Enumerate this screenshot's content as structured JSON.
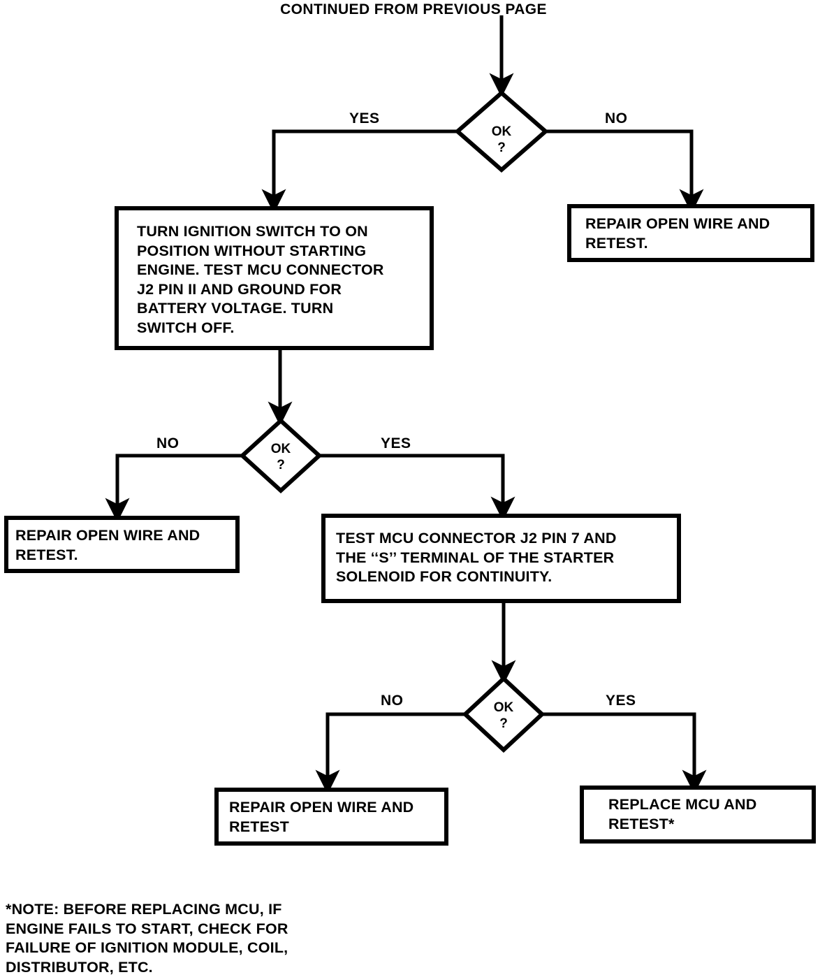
{
  "header": {
    "title": "CONTINUED FROM PREVIOUS PAGE"
  },
  "chart_data": {
    "type": "diagram",
    "diagram_kind": "flowchart",
    "title": "CONTINUED FROM PREVIOUS PAGE",
    "nodes": [
      {
        "id": "d1",
        "shape": "diamond",
        "text": "OK\n?"
      },
      {
        "id": "b1",
        "shape": "process",
        "text": "TURN IGNITION SWITCH TO ON POSITION WITHOUT STARTING ENGINE. TEST MCU CONNECTOR J2 PIN II AND GROUND FOR BATTERY VOLTAGE. TURN SWITCH OFF."
      },
      {
        "id": "b2",
        "shape": "process",
        "text": "REPAIR OPEN WIRE AND RETEST."
      },
      {
        "id": "d2",
        "shape": "diamond",
        "text": "OK\n?"
      },
      {
        "id": "b3",
        "shape": "process",
        "text": "REPAIR OPEN WIRE AND RETEST."
      },
      {
        "id": "b4",
        "shape": "process",
        "text": "TEST MCU CONNECTOR J2 PIN 7 AND THE ‘‘S’’ TERMINAL OF THE STARTER SOLENOID FOR CONTINUITY."
      },
      {
        "id": "d3",
        "shape": "diamond",
        "text": "OK\n?"
      },
      {
        "id": "b5",
        "shape": "process",
        "text": "REPAIR OPEN WIRE AND RETEST"
      },
      {
        "id": "b6",
        "shape": "process",
        "text": "REPLACE MCU AND RETEST*"
      }
    ],
    "edges": [
      {
        "from": "header",
        "to": "d1",
        "label": ""
      },
      {
        "from": "d1",
        "to": "b1",
        "label": "YES"
      },
      {
        "from": "d1",
        "to": "b2",
        "label": "NO"
      },
      {
        "from": "b1",
        "to": "d2",
        "label": ""
      },
      {
        "from": "d2",
        "to": "b3",
        "label": "NO"
      },
      {
        "from": "d2",
        "to": "b4",
        "label": "YES"
      },
      {
        "from": "b4",
        "to": "d3",
        "label": ""
      },
      {
        "from": "d3",
        "to": "b5",
        "label": "NO"
      },
      {
        "from": "d3",
        "to": "b6",
        "label": "YES"
      }
    ],
    "footnote": "*NOTE: BEFORE REPLACING MCU, IF ENGINE FAILS TO START, CHECK FOR FAILURE OF IGNITION MODULE, COIL, DISTRIBUTOR, ETC."
  },
  "decision1": {
    "label": "OK\n?",
    "yes_label": "YES",
    "no_label": "NO"
  },
  "decision2": {
    "label": "OK\n?",
    "no_label": "NO",
    "yes_label": "YES"
  },
  "decision3": {
    "label": "OK\n?",
    "no_label": "NO",
    "yes_label": "YES"
  },
  "boxes": {
    "turn_ignition": "TURN IGNITION SWITCH TO ON\nPOSITION WITHOUT STARTING\nENGINE. TEST MCU CONNECTOR\nJ2 PIN II AND GROUND FOR\nBATTERY VOLTAGE. TURN\nSWITCH OFF.",
    "repair_top_right": "REPAIR OPEN WIRE AND\nRETEST.",
    "repair_mid_left": "REPAIR OPEN WIRE AND\nRETEST.",
    "test_mcu_j2_pin7": "TEST MCU CONNECTOR J2 PIN 7 AND\nTHE ‘‘S’’ TERMINAL OF THE STARTER\nSOLENOID FOR CONTINUITY.",
    "repair_bottom_left": "REPAIR OPEN WIRE AND\nRETEST",
    "replace_mcu": "REPLACE MCU AND\nRETEST*"
  },
  "footnote": {
    "text": "*NOTE: BEFORE REPLACING MCU, IF\nENGINE FAILS TO START, CHECK FOR\nFAILURE OF IGNITION MODULE, COIL,\nDISTRIBUTOR, ETC."
  },
  "colors": {
    "ink": "#000000",
    "paper": "#ffffff"
  }
}
